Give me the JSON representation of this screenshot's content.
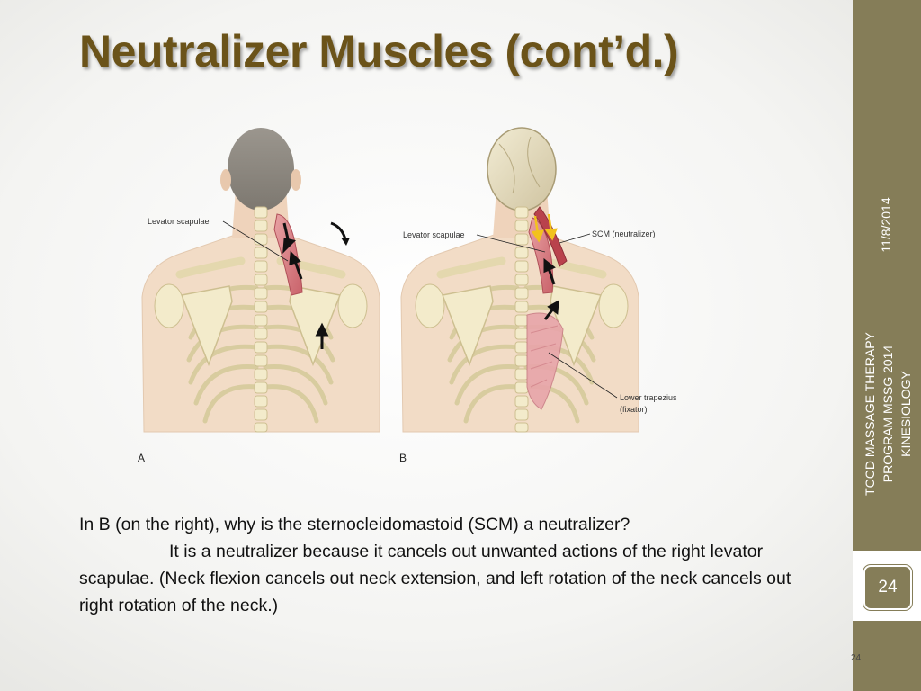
{
  "slide": {
    "title": "Neutralizer Muscles (cont’d.)",
    "date": "11/8/2014",
    "program": "TCCD MASSAGE THERAPY PROGRAM MSSG 2014 KINESIOLOGY",
    "slide_number": "24",
    "footer_number": "24"
  },
  "figure": {
    "panel_a": {
      "letter": "A",
      "label_levator": "Levator scapulae"
    },
    "panel_b": {
      "letter": "B",
      "label_levator": "Levator scapulae",
      "label_scm": "SCM (neutralizer)",
      "label_trap_1": "Lower trapezius",
      "label_trap_2": "(fixator)"
    },
    "colors": {
      "muscle": "#c9626a",
      "bone": "#f3ebcb",
      "skin": "#f2dcc6",
      "arrow_yellow": "#f2c21d"
    }
  },
  "body": {
    "question": "In B (on the right), why is the sternocleidomastoid (SCM) a neutralizer?",
    "answer": "It is a neutralizer because it cancels out unwanted actions of the right levator scapulae. (Neck flexion cancels out neck extension, and left rotation of the neck cancels out right rotation of the neck.)"
  }
}
